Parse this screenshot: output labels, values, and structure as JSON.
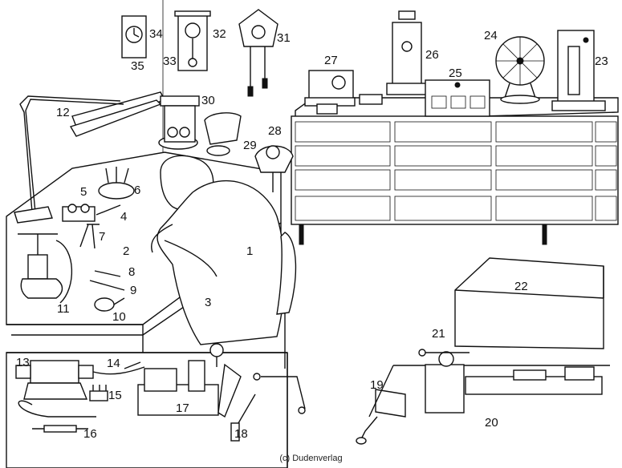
{
  "credit": "(c) Dudenverlag",
  "labels": [
    "1",
    "2",
    "3",
    "4",
    "5",
    "6",
    "7",
    "8",
    "9",
    "10",
    "11",
    "12",
    "13",
    "14",
    "15",
    "16",
    "17",
    "18",
    "19",
    "20",
    "21",
    "22",
    "23",
    "24",
    "25",
    "26",
    "27",
    "28",
    "29",
    "30",
    "31",
    "32",
    "33",
    "34",
    "35"
  ]
}
